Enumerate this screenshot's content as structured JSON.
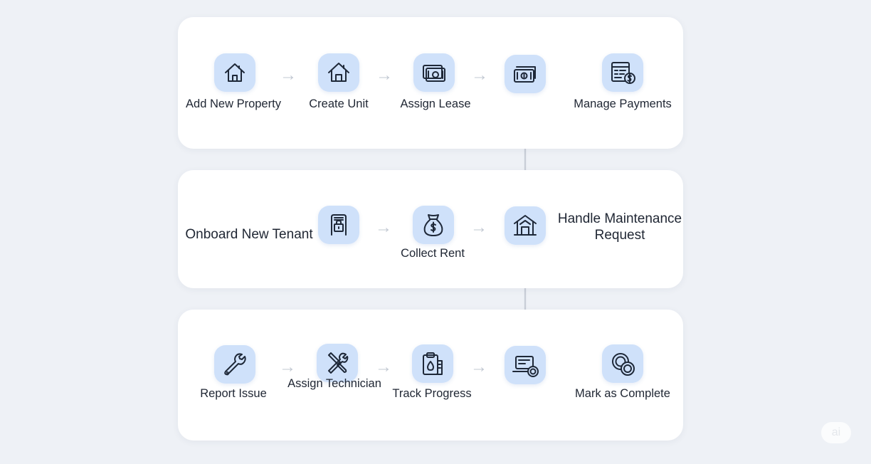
{
  "rows": [
    {
      "steps": [
        {
          "label": "Add New Property",
          "icon": "house-icon"
        },
        {
          "label": "Create Unit",
          "icon": "house-icon"
        },
        {
          "label": "Assign Lease",
          "icon": "cash-icon"
        },
        {
          "label": "",
          "icon": "banknotes-icon"
        },
        {
          "label": "Manage Payments",
          "icon": "invoice-dollar-icon"
        }
      ]
    },
    {
      "steps": [
        {
          "label": "Onboard New Tenant",
          "icon": "tenant-door-icon"
        },
        {
          "label": "",
          "icon": "tenant-door-icon"
        },
        {
          "label": "Collect Rent",
          "icon": "money-bag-icon"
        },
        {
          "label": "",
          "icon": "garage-house-icon"
        },
        {
          "label": "Handle Maintenance Request",
          "icon": ""
        }
      ]
    },
    {
      "steps": [
        {
          "label": "Report Issue",
          "icon": "wrench-icon"
        },
        {
          "label": "Assign Technician",
          "icon": "tools-icon"
        },
        {
          "label": "Track Progress",
          "icon": "clipboard-icon"
        },
        {
          "label": "",
          "icon": "laptop-check-icon"
        },
        {
          "label": "Mark as Complete",
          "icon": "complete-circles-icon"
        }
      ]
    }
  ],
  "badge": "ai",
  "colors": {
    "background": "#eef1f6",
    "panel": "#ffffff",
    "icon_tile": "#cfe1fa",
    "connector": "#c9ced7",
    "arrow": "#c2c8d2",
    "text": "#1f2633"
  }
}
